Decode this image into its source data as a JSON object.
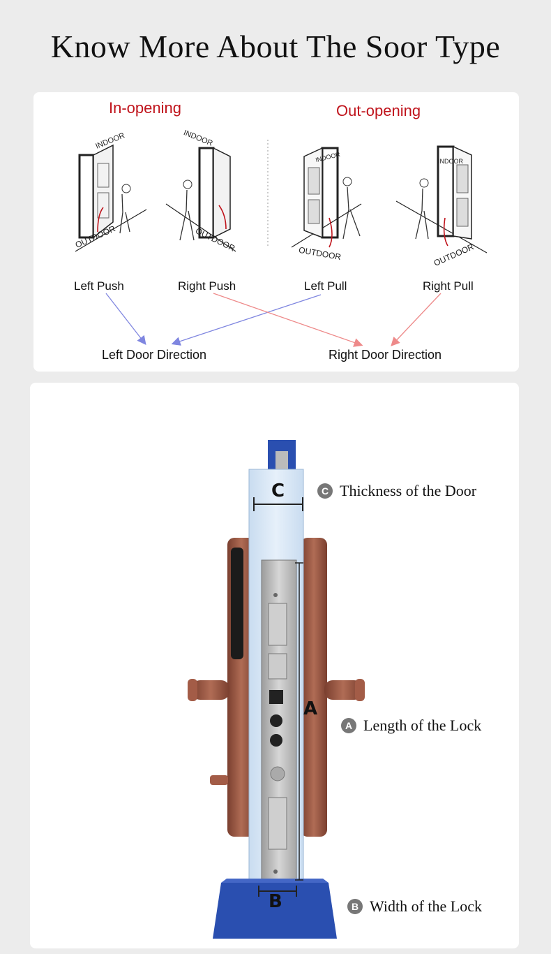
{
  "title": "Know More About The Soor Type",
  "door_types": {
    "in_opening": "In-opening",
    "out_opening": "Out-opening",
    "indoor_text": "INDOOR",
    "outdoor_text": "OUTDOOR",
    "left_push": "Left Push",
    "right_push": "Right Push",
    "left_pull": "Left Pull",
    "right_pull": "Right Pull",
    "left_door_direction": "Left Door Direction",
    "right_door_direction": "Right Door Direction",
    "colors": {
      "heading": "#c0141c",
      "left_arrow": "#7f86e0",
      "right_arrow": "#ee8a8a"
    }
  },
  "lock": {
    "dim_c": "C",
    "dim_a": "A",
    "dim_b": "B",
    "c_badge": "C",
    "a_badge": "A",
    "b_badge": "B",
    "thickness_label": "Thickness of the Door",
    "length_label": "Length of the Lock",
    "width_label": "Width of the Lock",
    "colors": {
      "copper": "#9e5a46",
      "plate": "#bcbcbc",
      "base": "#2a4fb0"
    }
  }
}
